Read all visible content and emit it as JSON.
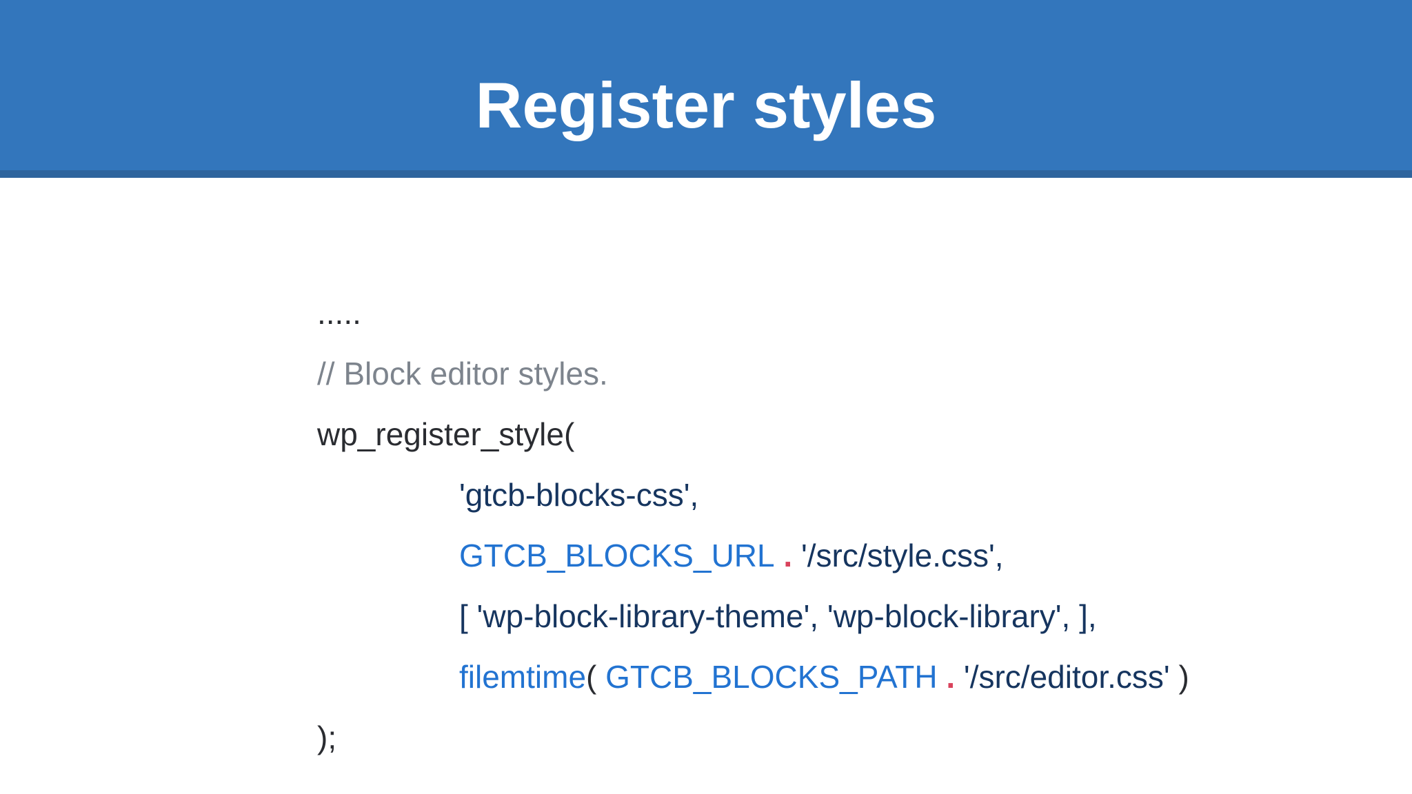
{
  "slide": {
    "title": "Register styles"
  },
  "colors": {
    "header_bg": "#3376bc",
    "header_strip": "#2e649d",
    "title_text": "#ffffff",
    "code_plain": "#2a2c31",
    "code_comment": "#7d848d",
    "code_string": "#16355f",
    "code_identifier": "#2273d1",
    "code_operator": "#d9435c"
  },
  "code": {
    "lines": [
      {
        "indent": 0,
        "segments": [
          {
            "text": ".....",
            "role": "plain"
          }
        ]
      },
      {
        "indent": 0,
        "segments": [
          {
            "text": "// Block editor styles.",
            "role": "comment"
          }
        ]
      },
      {
        "indent": 0,
        "segments": [
          {
            "text": "wp_register_style(",
            "role": "plain"
          }
        ]
      },
      {
        "indent": 1,
        "segments": [
          {
            "text": "'gtcb-blocks-css',",
            "role": "string"
          }
        ]
      },
      {
        "indent": 1,
        "segments": [
          {
            "text": "GTCB_BLOCKS_URL",
            "role": "identifier"
          },
          {
            "text": " . ",
            "role": "operator"
          },
          {
            "text": "'/src/style.css',",
            "role": "string"
          }
        ]
      },
      {
        "indent": 1,
        "segments": [
          {
            "text": "[ 'wp-block-library-theme', 'wp-block-library', ],",
            "role": "string"
          }
        ]
      },
      {
        "indent": 1,
        "segments": [
          {
            "text": "filemtime",
            "role": "identifier"
          },
          {
            "text": "( ",
            "role": "plain"
          },
          {
            "text": "GTCB_BLOCKS_PATH",
            "role": "identifier"
          },
          {
            "text": " . ",
            "role": "operator"
          },
          {
            "text": "'/src/editor.css'",
            "role": "string"
          },
          {
            "text": " )",
            "role": "plain"
          }
        ]
      },
      {
        "indent": 0,
        "segments": [
          {
            "text": ");",
            "role": "plain"
          }
        ]
      }
    ]
  }
}
